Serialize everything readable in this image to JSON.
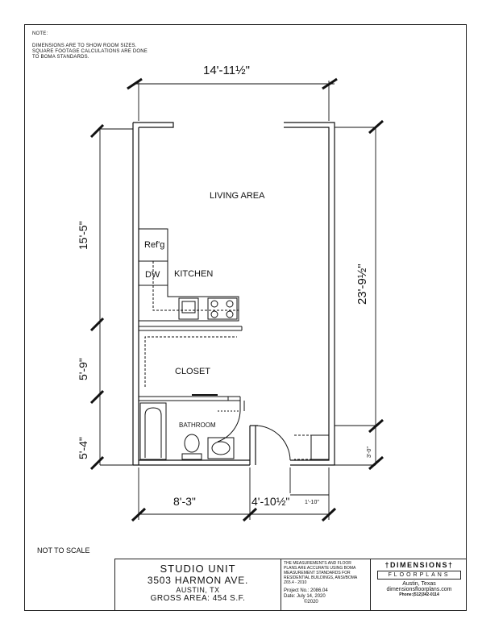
{
  "note": {
    "title": "NOTE:",
    "lines": [
      "DIMENSIONS ARE TO SHOW ROOM SIZES.",
      "SQUARE FOOTAGE CALCULATIONS ARE DONE",
      "TO BOMA STANDARDS."
    ]
  },
  "dimensions": {
    "top_width": "14'-11½\"",
    "left_top": "15'-5\"",
    "left_mid": "5'-9\"",
    "left_bottom": "5'-4\"",
    "right_total": "23'-9½\"",
    "right_small": "3'-0\"",
    "bottom_left": "8'-3\"",
    "bottom_mid": "4'-10½\"",
    "bottom_small": "1'-10\""
  },
  "rooms": {
    "living": "LIVING AREA",
    "kitchen": "KITCHEN",
    "refrigerator": "Ref'g",
    "dishwasher": "DW",
    "closet": "CLOSET",
    "bathroom": "BATHROOM"
  },
  "not_to_scale": "NOT TO SCALE",
  "title_block": {
    "unit": "STUDIO UNIT",
    "address": "3503 HARMON AVE.",
    "city": "AUSTIN, TX",
    "gross_area": "GROSS AREA: 454 S.F.",
    "disclaimer": "THE MEASUREMENTS AND FLOOR PLANS ARE ACCURATE USING BOMA MEASUREMENT STANDARDS FOR RESIDENTIAL BUILDINGS, ANSI/BOMA Z65.4 - 2010",
    "project_no": "Project No.: 2086.04",
    "date": "Date: July 14, 2020",
    "copyright": "©2020",
    "brand": "†DIMENSIONS†",
    "brand_sub": "FLOORPLANS",
    "brand_city": "Austin, Texas",
    "brand_web": "dimensionsfloorplans.com",
    "brand_phone": "Phone:(512)342-0114"
  }
}
